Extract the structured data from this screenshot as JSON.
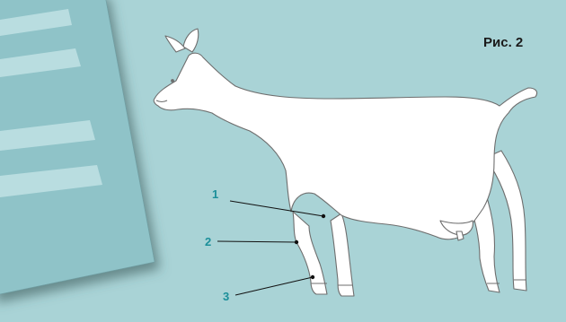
{
  "figure": {
    "caption": "Рис. 2"
  },
  "callouts": [
    {
      "number": "1"
    },
    {
      "number": "2"
    },
    {
      "number": "3"
    }
  ],
  "colors": {
    "background": "#a9d3d6",
    "card": "#8fc3c8",
    "card_stripe": "#b9dde0",
    "silhouette": "#ffffff",
    "outline": "#6e6e6e",
    "number_color": "#1b8f9a"
  }
}
